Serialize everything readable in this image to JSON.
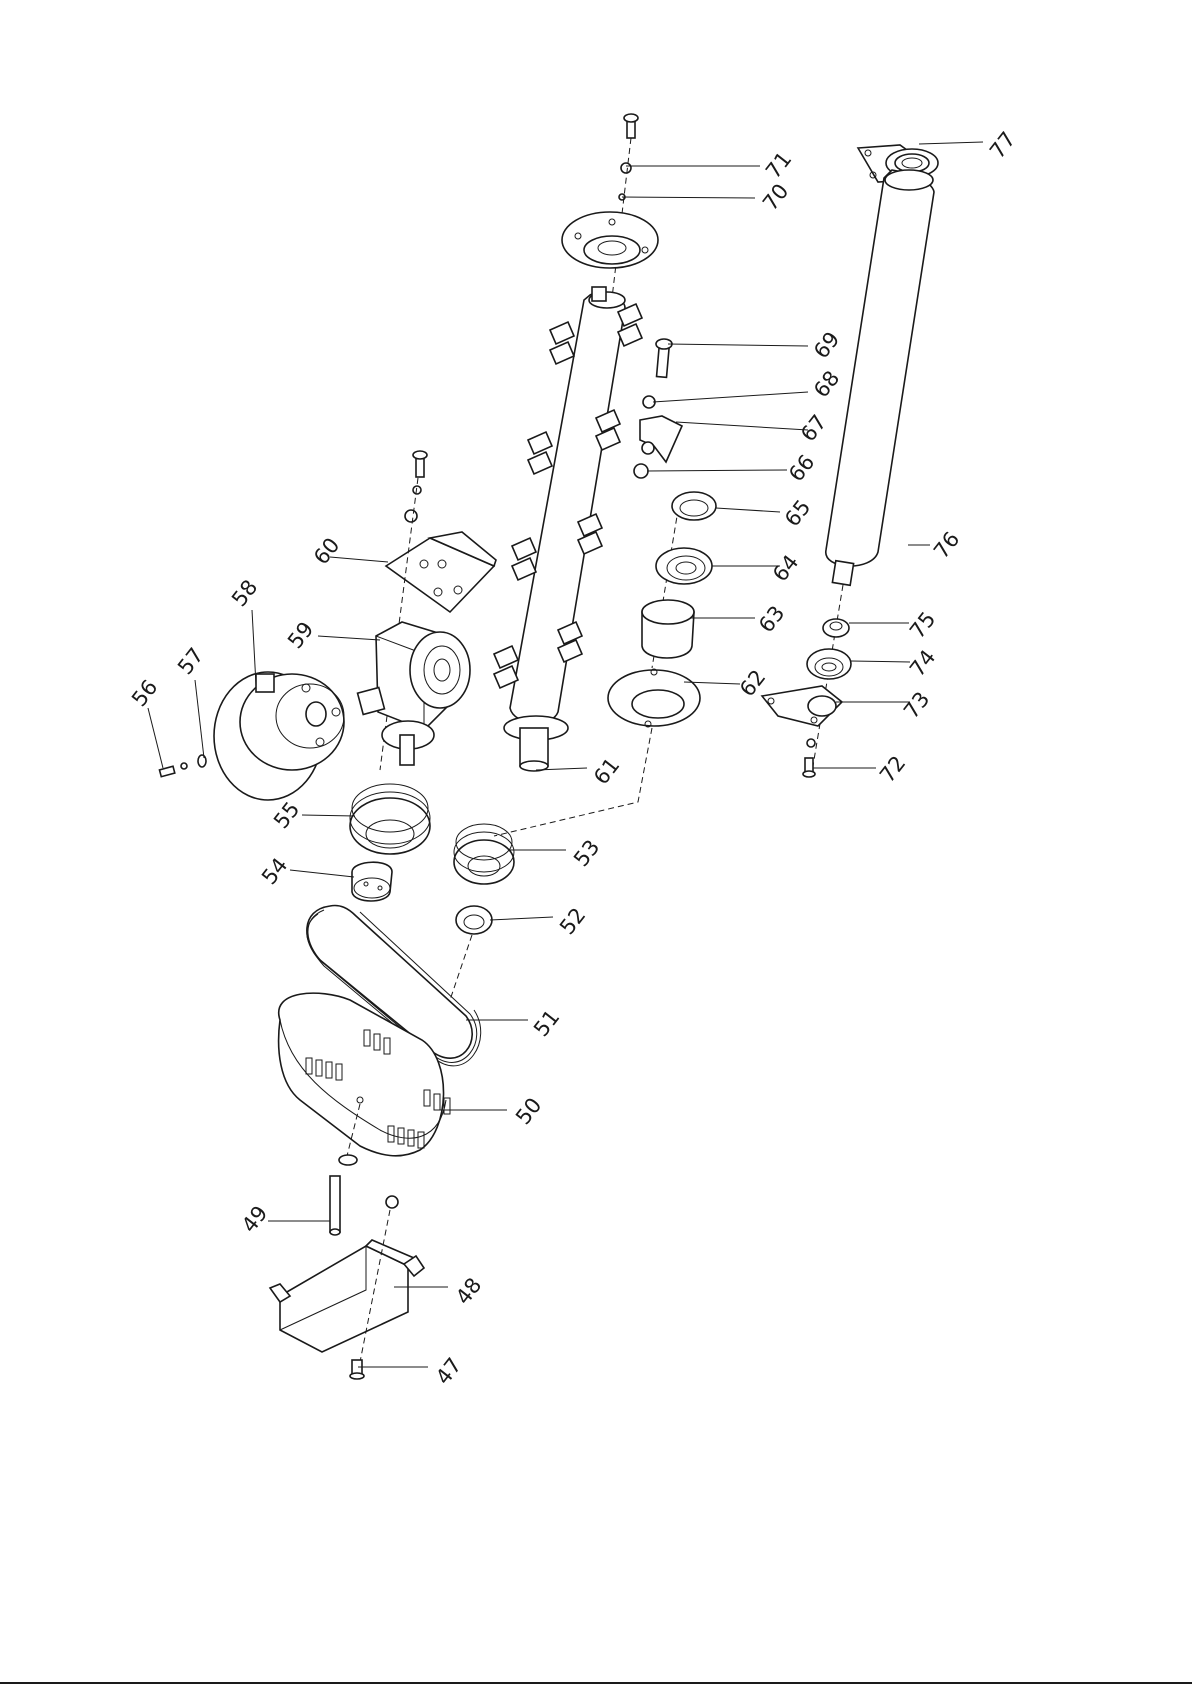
{
  "parts": [
    {
      "id": "47",
      "label": "47"
    },
    {
      "id": "48",
      "label": "48"
    },
    {
      "id": "49",
      "label": "49"
    },
    {
      "id": "50",
      "label": "50"
    },
    {
      "id": "51",
      "label": "51"
    },
    {
      "id": "52",
      "label": "52"
    },
    {
      "id": "53",
      "label": "53"
    },
    {
      "id": "54",
      "label": "54"
    },
    {
      "id": "55",
      "label": "55"
    },
    {
      "id": "56",
      "label": "56"
    },
    {
      "id": "57",
      "label": "57"
    },
    {
      "id": "58",
      "label": "58"
    },
    {
      "id": "59",
      "label": "59"
    },
    {
      "id": "60",
      "label": "60"
    },
    {
      "id": "61",
      "label": "61"
    },
    {
      "id": "62",
      "label": "62"
    },
    {
      "id": "63",
      "label": "63"
    },
    {
      "id": "64",
      "label": "64"
    },
    {
      "id": "65",
      "label": "65"
    },
    {
      "id": "66",
      "label": "66"
    },
    {
      "id": "67",
      "label": "67"
    },
    {
      "id": "68",
      "label": "68"
    },
    {
      "id": "69",
      "label": "69"
    },
    {
      "id": "70",
      "label": "70"
    },
    {
      "id": "71",
      "label": "71"
    },
    {
      "id": "72",
      "label": "72"
    },
    {
      "id": "73",
      "label": "73"
    },
    {
      "id": "74",
      "label": "74"
    },
    {
      "id": "75",
      "label": "75"
    },
    {
      "id": "76",
      "label": "76"
    },
    {
      "id": "77",
      "label": "77"
    }
  ]
}
